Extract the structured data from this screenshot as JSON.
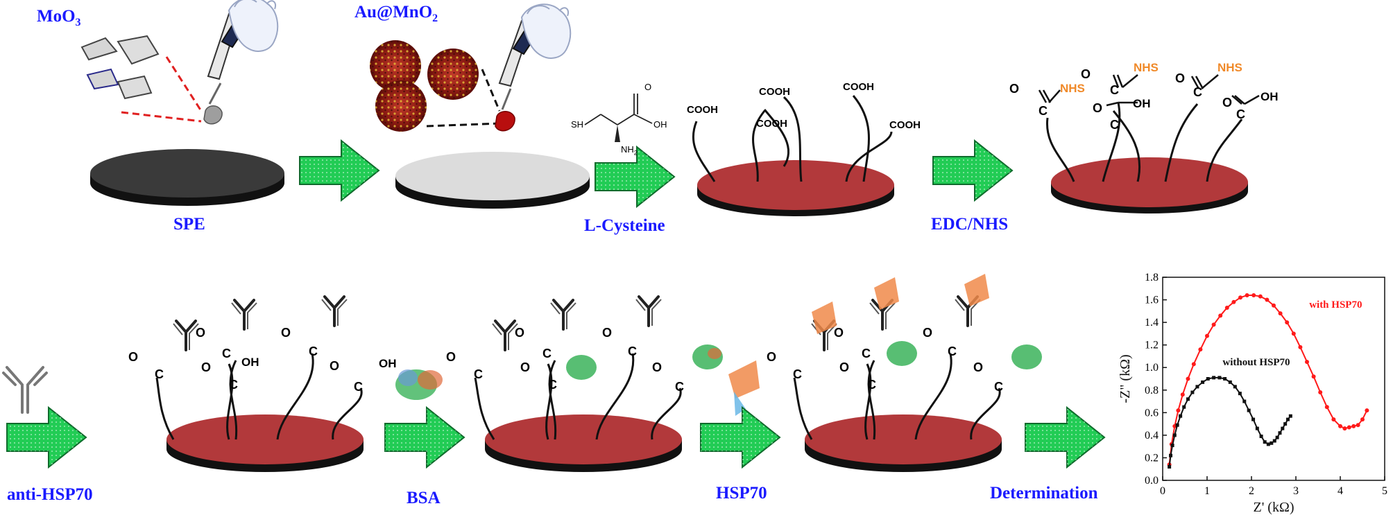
{
  "labels": {
    "moo3_main": "MoO",
    "moo3_sub": "3",
    "au_main": "Au@MnO",
    "au_sub": "2",
    "spe": "SPE",
    "lcys": "L-Cysteine",
    "edc": "EDC/NHS",
    "anti": "anti-HSP70",
    "bsa": "BSA",
    "hsp": "HSP70",
    "det": "Determination"
  },
  "chem": {
    "cooh": "COOH",
    "nhs": "NHS",
    "oh": "OH",
    "o": "O",
    "c": "C",
    "sh": "SH",
    "nh2": "NH",
    "nh2_sub": "2",
    "cys_oh": "OH",
    "cys_o": "O"
  },
  "colors": {
    "label": "#1a1aff",
    "electrode_red": "#b2393b",
    "electrode_black": "#222222",
    "electrode_grey": "#dcdcdc",
    "arrow": "#22cc55",
    "nhs": "#f08a2a",
    "curve_with": "#ff1a1a",
    "curve_without": "#111111"
  },
  "chart_data": {
    "type": "scatter",
    "xlabel": "Z' (kΩ)",
    "ylabel": "-Z\" (kΩ)",
    "xlim": [
      0,
      5
    ],
    "ylim": [
      0,
      1.8
    ],
    "xticks": [
      "0",
      "1",
      "2",
      "3",
      "4",
      "5"
    ],
    "yticks": [
      "0.0",
      "0.2",
      "0.4",
      "0.6",
      "0.8",
      "1.0",
      "1.2",
      "1.4",
      "1.6",
      "1.8"
    ],
    "series": [
      {
        "name": "with HSP70",
        "color": "#ff1a1a",
        "marker": "circle",
        "x": [
          0.15,
          0.2,
          0.27,
          0.35,
          0.45,
          0.57,
          0.7,
          0.85,
          1.0,
          1.15,
          1.3,
          1.45,
          1.6,
          1.75,
          1.9,
          2.05,
          2.2,
          2.35,
          2.5,
          2.65,
          2.8,
          2.95,
          3.1,
          3.25,
          3.4,
          3.55,
          3.7,
          3.85,
          4.0,
          4.1,
          4.2,
          4.3,
          4.4,
          4.5,
          4.6
        ],
        "y": [
          0.14,
          0.32,
          0.48,
          0.62,
          0.76,
          0.9,
          1.03,
          1.16,
          1.28,
          1.38,
          1.46,
          1.53,
          1.58,
          1.62,
          1.64,
          1.64,
          1.63,
          1.6,
          1.55,
          1.48,
          1.4,
          1.3,
          1.18,
          1.05,
          0.92,
          0.78,
          0.65,
          0.54,
          0.48,
          0.46,
          0.47,
          0.48,
          0.49,
          0.54,
          0.62
        ]
      },
      {
        "name": "without HSP70",
        "color": "#111111",
        "marker": "square",
        "x": [
          0.15,
          0.18,
          0.22,
          0.27,
          0.33,
          0.4,
          0.48,
          0.57,
          0.67,
          0.78,
          0.9,
          1.02,
          1.15,
          1.28,
          1.4,
          1.52,
          1.63,
          1.74,
          1.84,
          1.94,
          2.04,
          2.13,
          2.22,
          2.3,
          2.38,
          2.45,
          2.52,
          2.58,
          2.64,
          2.7,
          2.76,
          2.82,
          2.88
        ],
        "y": [
          0.12,
          0.22,
          0.31,
          0.4,
          0.49,
          0.57,
          0.65,
          0.72,
          0.78,
          0.83,
          0.87,
          0.9,
          0.91,
          0.91,
          0.9,
          0.87,
          0.83,
          0.77,
          0.7,
          0.62,
          0.54,
          0.46,
          0.39,
          0.34,
          0.32,
          0.33,
          0.35,
          0.38,
          0.42,
          0.46,
          0.5,
          0.54,
          0.57
        ]
      }
    ]
  }
}
